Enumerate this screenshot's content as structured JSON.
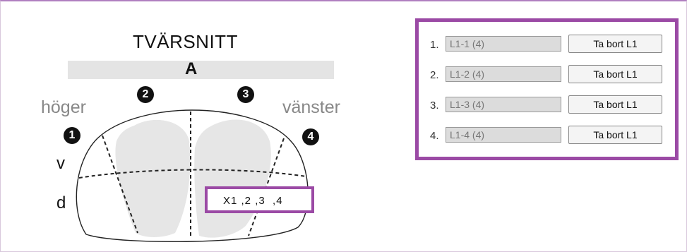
{
  "diagram": {
    "title": "TVÄRSNITT",
    "bar_label": "A",
    "right_side_label": "höger",
    "left_side_label": "vänster",
    "row_v": "v",
    "row_d": "d",
    "markers": [
      "1",
      "2",
      "3",
      "4"
    ],
    "selection_text": "X1 ,2 ,3  ,4"
  },
  "panel": {
    "rows": [
      {
        "number": "1.",
        "value": "L1-1 (4)",
        "button": "Ta bort L1"
      },
      {
        "number": "2.",
        "value": "L1-2 (4)",
        "button": "Ta bort L1"
      },
      {
        "number": "3.",
        "value": "L1-3 (4)",
        "button": "Ta bort L1"
      },
      {
        "number": "4.",
        "value": "L1-4 (4)",
        "button": "Ta bort L1"
      }
    ]
  },
  "colors": {
    "highlight_border": "#9b4aa5",
    "lobe_fill": "#e6e6e6",
    "bar_fill": "#e4e4e4"
  }
}
